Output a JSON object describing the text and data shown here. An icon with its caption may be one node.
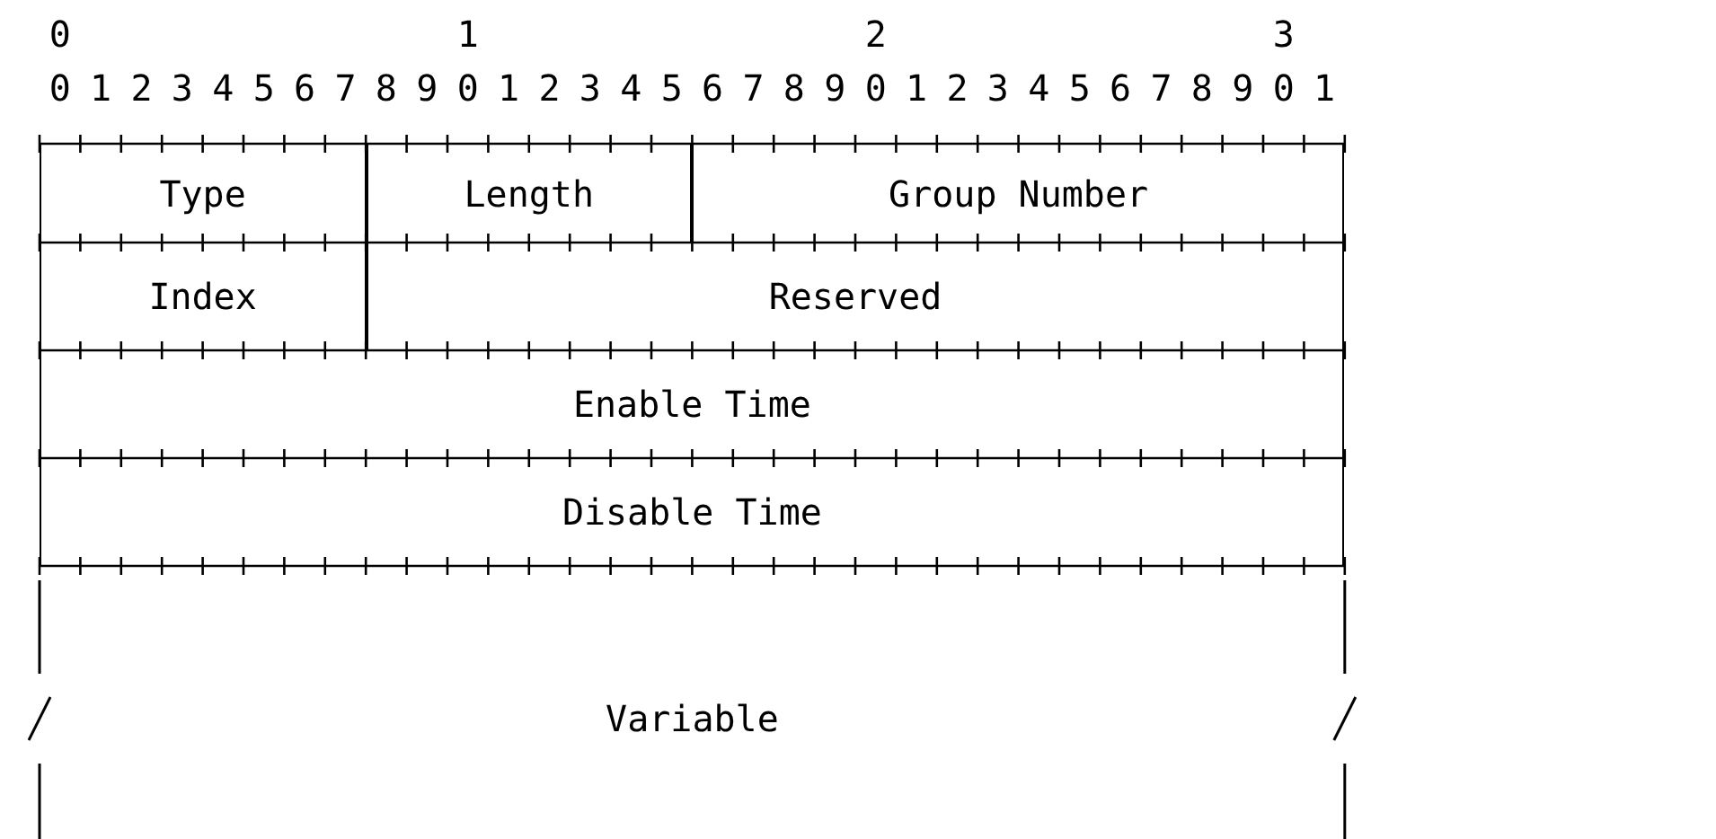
{
  "diagram": {
    "nodes": [
      {
        "text": [
          "Type"
        ]
      },
      {
        "text": [
          "Length"
        ]
      },
      {
        "text": [
          "Group Number"
        ]
      },
      {
        "text": [
          "Index"
        ]
      },
      {
        "text": [
          "Reserved"
        ]
      },
      {
        "text": [
          "Enable Time"
        ]
      },
      {
        "text": [
          "Disable Time"
        ]
      },
      {
        "text": [
          "Variable"
        ]
      }
    ],
    "edges": [],
    "labels": [
      "0",
      "1",
      "2",
      "3",
      "0",
      "1",
      "2",
      "3",
      "4",
      "5",
      "6",
      "7",
      "8",
      "9",
      "0",
      "1",
      "2",
      "3",
      "4",
      "5",
      "6",
      "7",
      "8",
      "9",
      "0",
      "1",
      "2",
      "3",
      "4",
      "5",
      "6",
      "7",
      "8",
      "9",
      "0",
      "1"
    ]
  }
}
